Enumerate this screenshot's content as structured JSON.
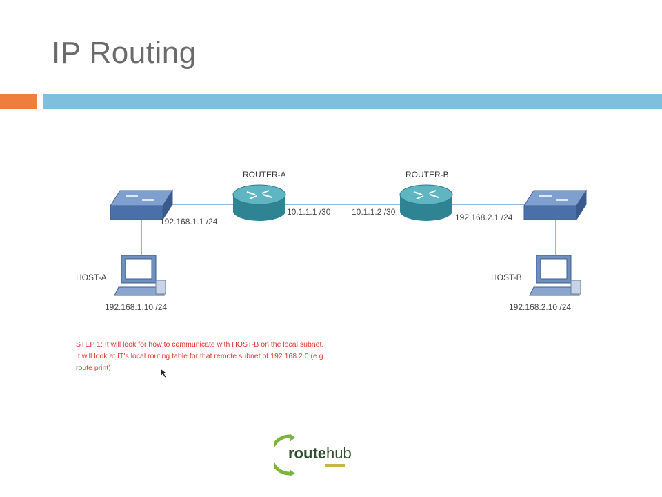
{
  "slide": {
    "title": "IP Routing"
  },
  "colors": {
    "accent_orange": "#ef7d3c",
    "accent_blue": "#7fbfde",
    "step_text": "#e0382f",
    "device_blue": "#4b7bb5",
    "router_teal": "#3a9aa8",
    "link_line": "#8fb8d8",
    "logo_green": "#7cb342",
    "logo_dark": "#2f4d2f"
  },
  "routers": [
    {
      "name": "ROUTER-A",
      "icon": "router-icon"
    },
    {
      "name": "ROUTER-B",
      "icon": "router-icon"
    }
  ],
  "switches": [
    {
      "icon": "switch-icon",
      "ip": "192.168.1.1 /24"
    },
    {
      "icon": "switch-icon",
      "ip": "192.168.2.1 /24"
    }
  ],
  "hosts": [
    {
      "name": "HOST-A",
      "icon": "computer-icon",
      "ip": "192.168.1.10 /24"
    },
    {
      "name": "HOST-B",
      "icon": "computer-icon",
      "ip": "192.168.2.10 /24"
    }
  ],
  "links": {
    "router_a_ip": "10.1.1.1 /30",
    "router_b_ip": "10.1.1.2 /30"
  },
  "step": {
    "line1": "STEP 1: It will look for how to communicate with HOST-B on the local subnet.",
    "line2": "It will look at IT's local routing table for that remote subnet of 192.168.2.0 (e.g.",
    "line3": "route print)"
  },
  "logo": {
    "part1": "route",
    "part2": "hub"
  }
}
